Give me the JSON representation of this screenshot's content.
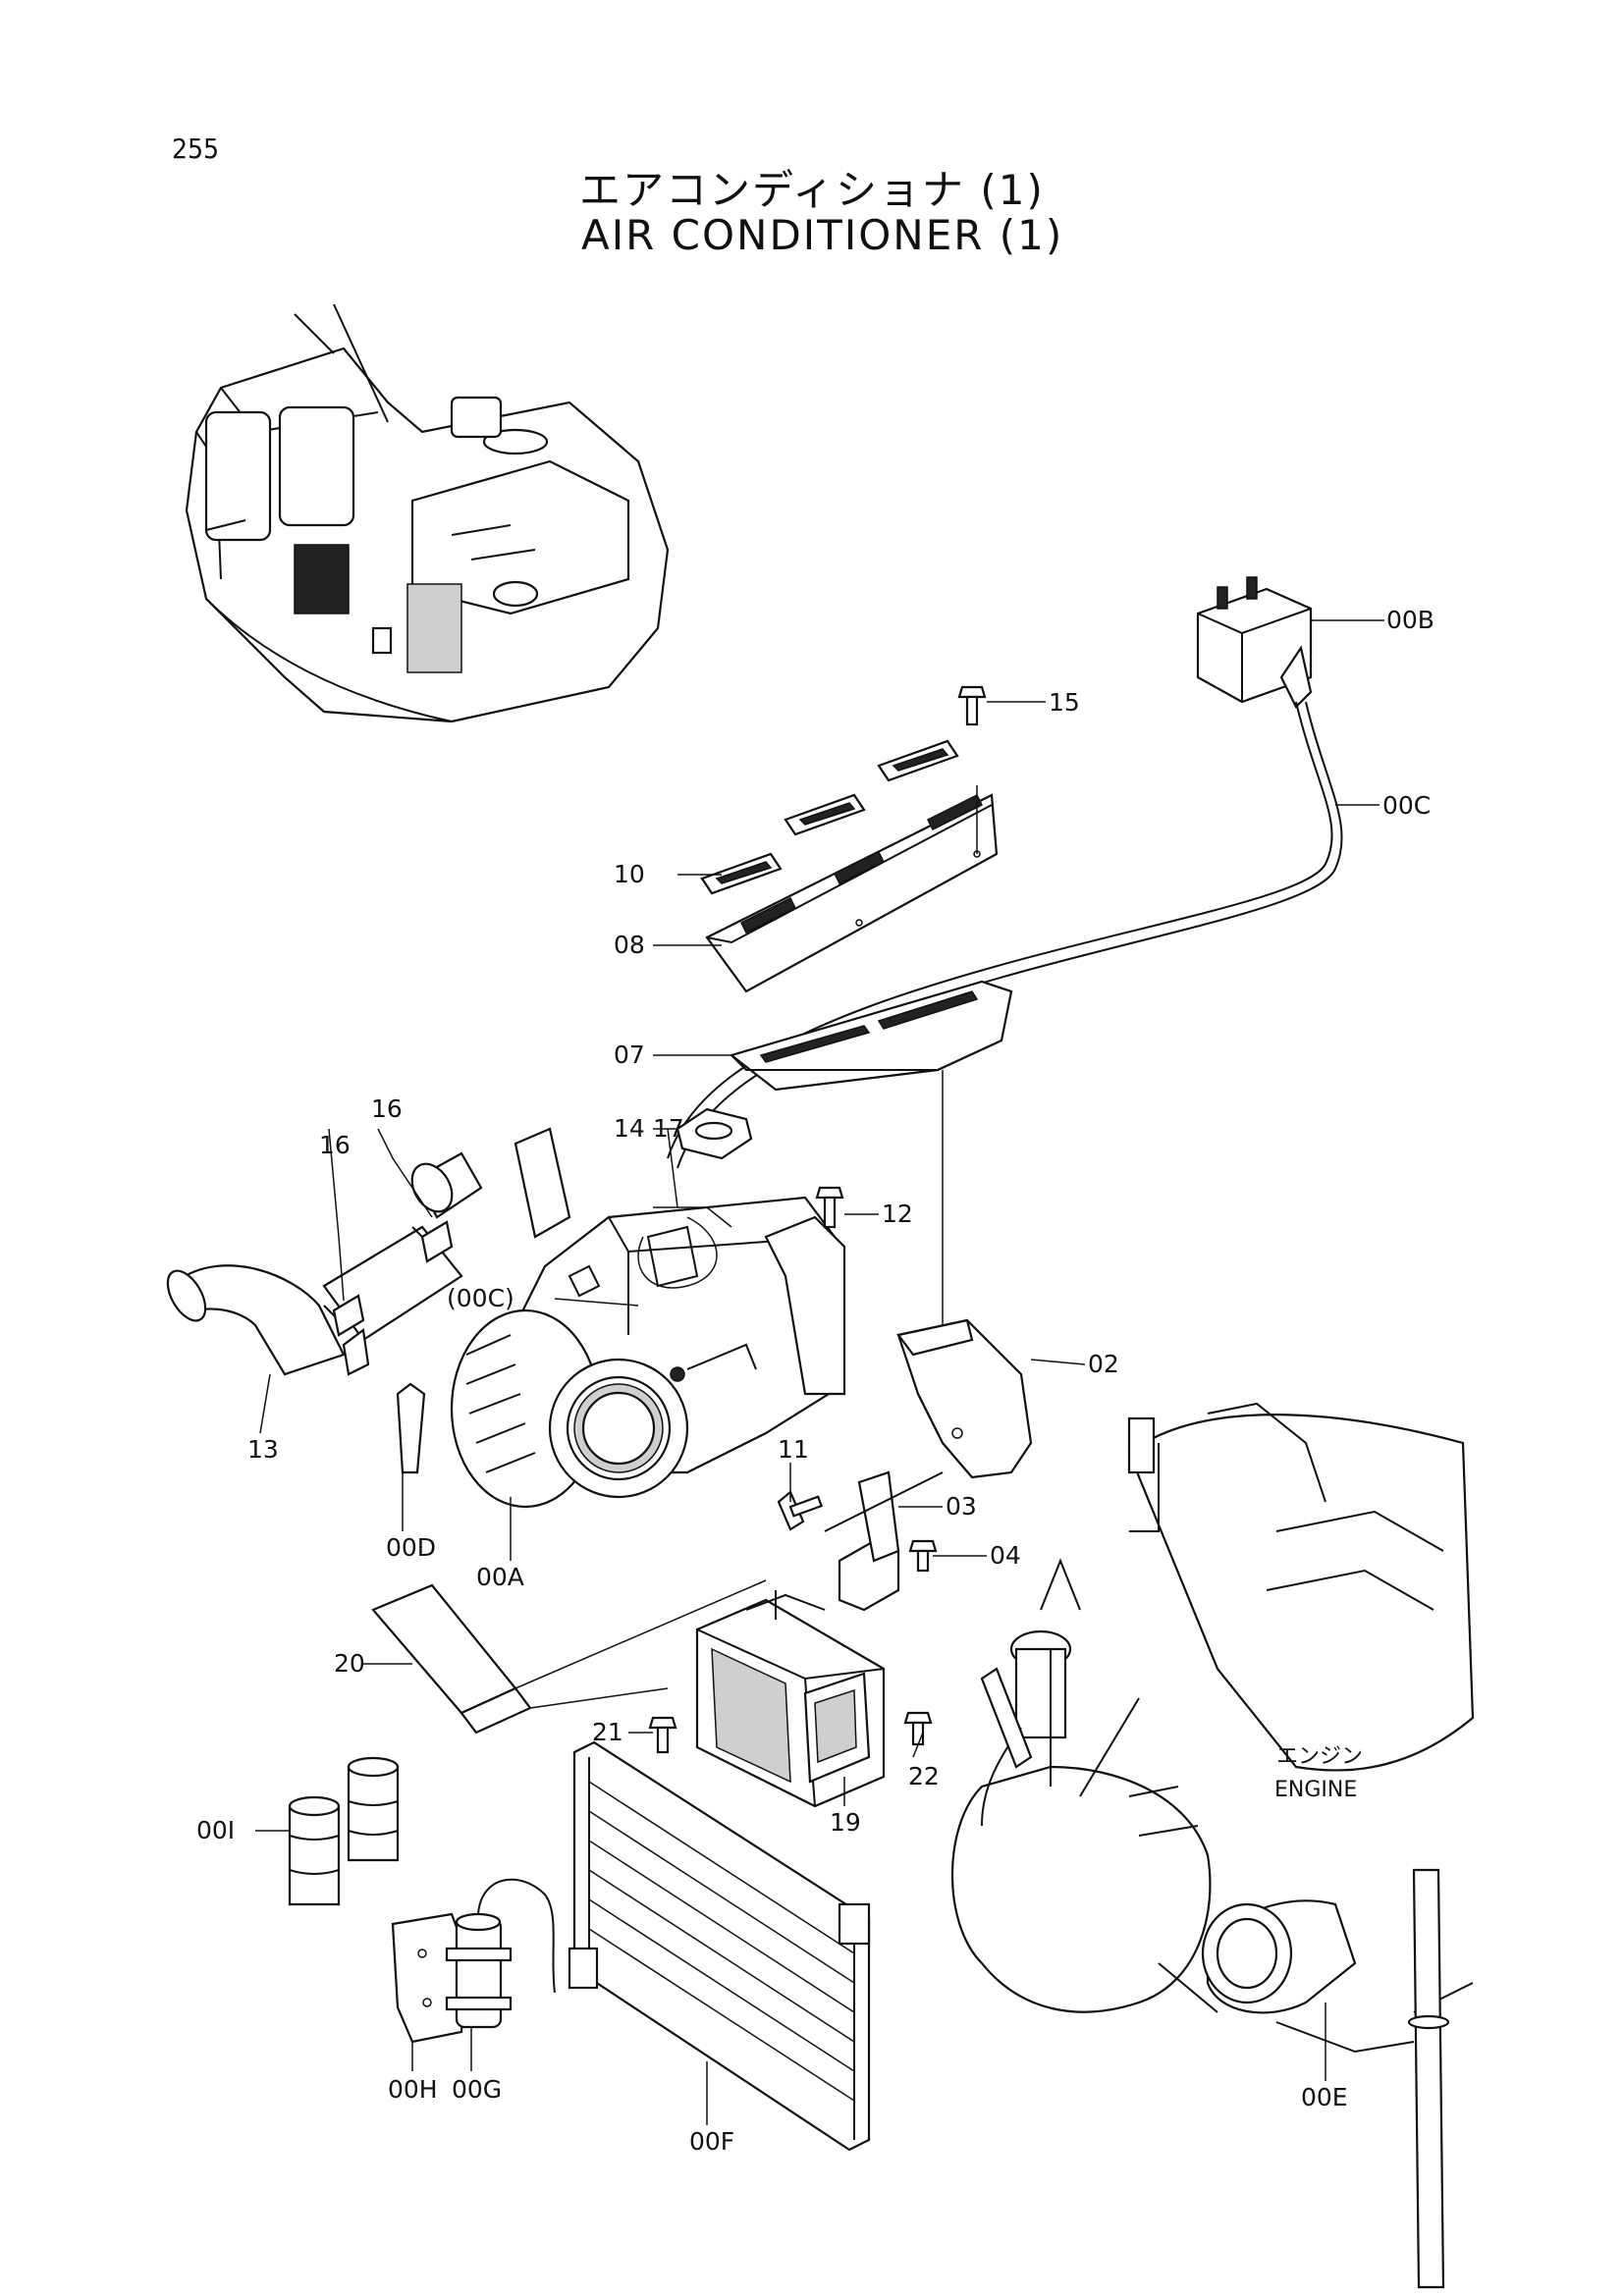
{
  "page": {
    "number": "255",
    "title_jp": "エアコンディショナ (1)",
    "title_en": "AIR CONDITIONER (1)"
  },
  "engine_label": {
    "jp": "エンジン",
    "en": "ENGINE"
  },
  "callouts": [
    {
      "id": "00B",
      "text": "00B"
    },
    {
      "id": "15",
      "text": "15"
    },
    {
      "id": "00C",
      "text": "00C"
    },
    {
      "id": "10",
      "text": "10"
    },
    {
      "id": "08",
      "text": "08"
    },
    {
      "id": "07",
      "text": "07"
    },
    {
      "id": "14",
      "text": "14"
    },
    {
      "id": "16a",
      "text": "16"
    },
    {
      "id": "16b",
      "text": "16"
    },
    {
      "id": "17",
      "text": "17"
    },
    {
      "id": "12",
      "text": "12"
    },
    {
      "id": "00C-ref",
      "text": "(00C)"
    },
    {
      "id": "02",
      "text": "02"
    },
    {
      "id": "13",
      "text": "13"
    },
    {
      "id": "11",
      "text": "11"
    },
    {
      "id": "03",
      "text": "03"
    },
    {
      "id": "00D",
      "text": "00D"
    },
    {
      "id": "04",
      "text": "04"
    },
    {
      "id": "00A",
      "text": "00A"
    },
    {
      "id": "20",
      "text": "20"
    },
    {
      "id": "21",
      "text": "21"
    },
    {
      "id": "22",
      "text": "22"
    },
    {
      "id": "19",
      "text": "19"
    },
    {
      "id": "00I",
      "text": "00I"
    },
    {
      "id": "00H",
      "text": "00H"
    },
    {
      "id": "00G",
      "text": "00G"
    },
    {
      "id": "00F",
      "text": "00F"
    },
    {
      "id": "00E",
      "text": "00E"
    }
  ]
}
